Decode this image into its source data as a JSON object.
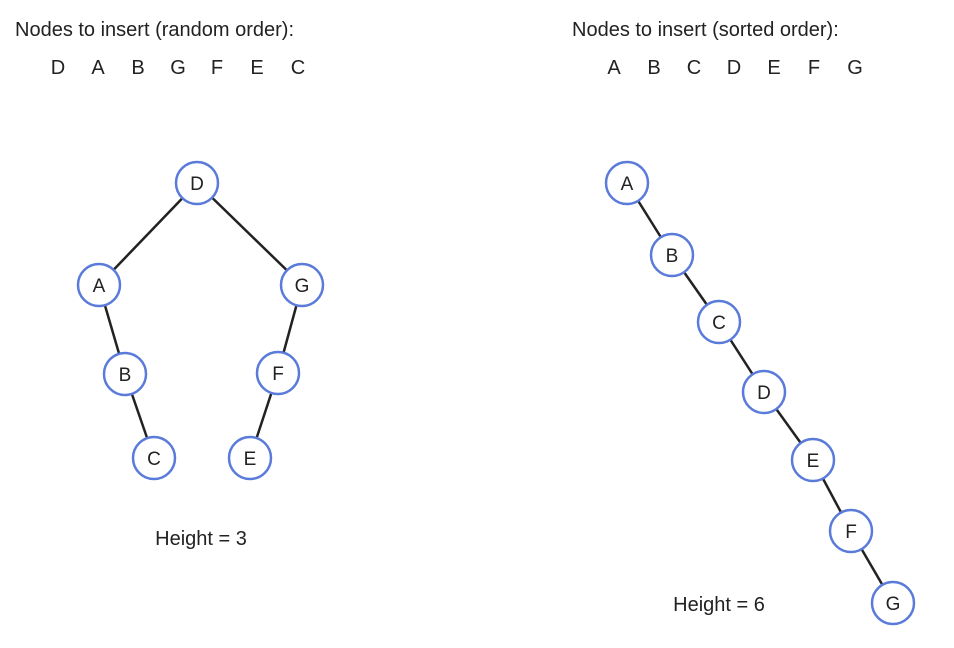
{
  "colors": {
    "node_stroke": "#5b7bdb",
    "node_fill": "#ffffff",
    "edge": "#222222",
    "text": "#222222"
  },
  "left": {
    "title": "Nodes to insert (random order):",
    "sequence": [
      "D",
      "A",
      "B",
      "G",
      "F",
      "E",
      "C"
    ],
    "height_label": "Height = 3",
    "edges": [
      [
        "D",
        "A"
      ],
      [
        "D",
        "G"
      ],
      [
        "A",
        "B"
      ],
      [
        "B",
        "C"
      ],
      [
        "G",
        "F"
      ],
      [
        "F",
        "E"
      ]
    ]
  },
  "right": {
    "title": "Nodes to insert (sorted order):",
    "sequence": [
      "A",
      "B",
      "C",
      "D",
      "E",
      "F",
      "G"
    ],
    "height_label": "Height = 6",
    "edges": [
      [
        "A",
        "B"
      ],
      [
        "B",
        "C"
      ],
      [
        "C",
        "D"
      ],
      [
        "D",
        "E"
      ],
      [
        "E",
        "F"
      ],
      [
        "F",
        "G"
      ]
    ]
  }
}
